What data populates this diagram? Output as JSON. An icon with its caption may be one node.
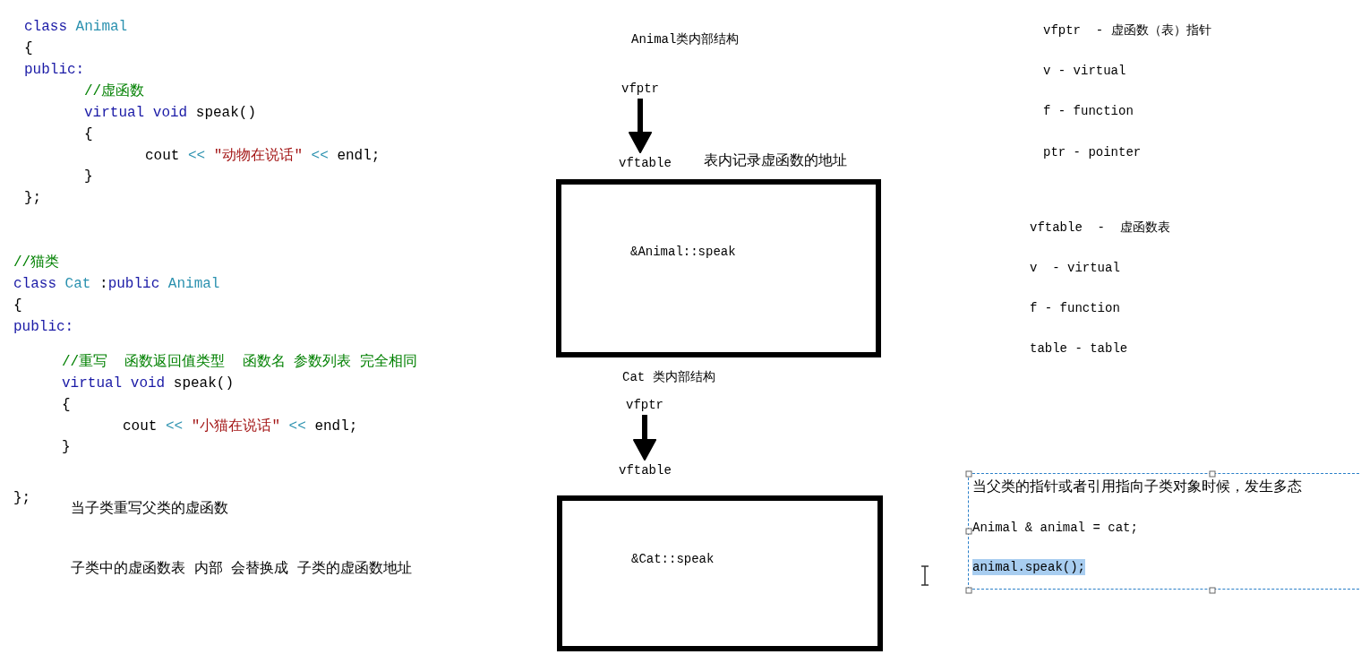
{
  "diagram": {
    "nodes": [
      {
        "text": [
          "vfptr"
        ]
      },
      {
        "text": [
          "vftable"
        ]
      },
      {
        "text": [
          "&Animal::speak"
        ]
      },
      {
        "text": [
          "vfptr"
        ]
      },
      {
        "text": [
          "vftable"
        ]
      },
      {
        "text": [
          "&Cat::speak"
        ]
      },
      {
        "text": [
          "当父类的指针或者引用指向子类对象时候，发生多态",
          "Animal & animal = cat;",
          "animal.speak();"
        ]
      }
    ],
    "edges": [
      {
        "from": 0,
        "to": 1,
        "arrow": "to"
      },
      {
        "from": 3,
        "to": 4,
        "arrow": "to"
      }
    ],
    "labels": [
      "class",
      "Animal",
      "{",
      "public:",
      "//虚函数",
      "virtual",
      "void",
      "speak()",
      "{",
      "cout",
      "<<",
      "\"动物在说话\"",
      "<<",
      "endl;",
      "}",
      "};",
      "//猫类",
      "class",
      "Cat",
      ":",
      "public",
      "Animal",
      "{",
      "public:",
      "//重写  函数返回值类型  函数名 参数列表 完全相同",
      "virtual",
      "void",
      "speak()",
      "{",
      "cout",
      "<<",
      "\"小猫在说话\"",
      "<<",
      "endl;",
      "}",
      "};",
      "当子类重写父类的虚函数",
      "子类中的虚函数表 内部 会替换成 子类的虚函数地址",
      "Animal类内部结构",
      "表内记录虚函数的地址",
      "Cat 类内部结构",
      "vfptr  - 虚函数（表）指针",
      "v - virtual",
      "f - function",
      "ptr - pointer",
      "vftable  -  虚函数表",
      "v  - virtual",
      "f - function",
      "table - table"
    ]
  }
}
